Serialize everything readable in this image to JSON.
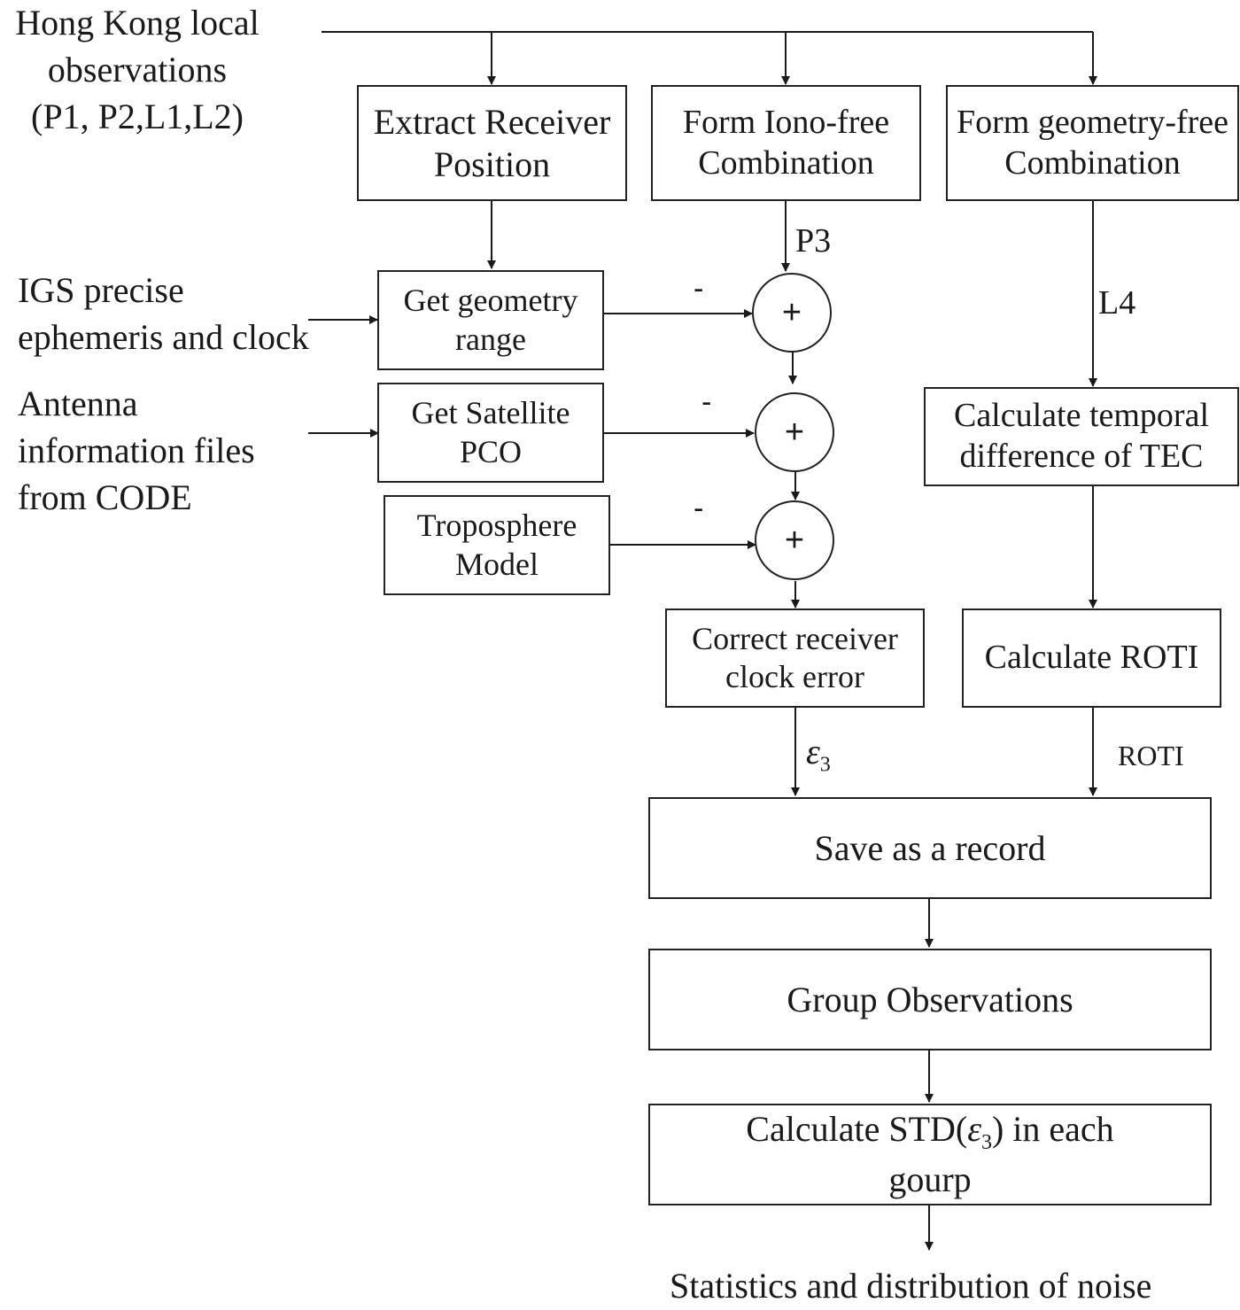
{
  "inputs": {
    "hk_observations": "Hong Kong local\nobservations\n(P1, P2,L1,L2)",
    "igs": "IGS precise\nephemeris and clock",
    "antenna": "Antenna\ninformation files\nfrom CODE"
  },
  "boxes": {
    "extract_receiver": "Extract Receiver\nPosition",
    "iono_free": "Form Iono-free\nCombination",
    "geometry_free": "Form geometry-free\nCombination",
    "geometry_range": "Get geometry\nrange",
    "satellite_pco": "Get Satellite\nPCO",
    "troposphere": "Troposphere\nModel",
    "temporal_diff": "Calculate temporal\ndifference of TEC",
    "receiver_clock": "Correct receiver\nclock error",
    "roti": "Calculate ROTI",
    "save_record": "Save as a record",
    "group_obs": "Group Observations",
    "std_prefix": "Calculate STD(",
    "std_symbol": "ε",
    "std_subscript": "3",
    "std_suffix": ") in each\ngourp"
  },
  "summing_junctions": [
    "+",
    "+",
    "+"
  ],
  "signs": [
    "-",
    "-",
    "-"
  ],
  "edge_labels": {
    "p3": "P3",
    "l4": "L4",
    "epsilon_symbol": "ε",
    "epsilon_subscript": "3",
    "roti": "ROTI"
  },
  "output": "Statistics and distribution of noise"
}
